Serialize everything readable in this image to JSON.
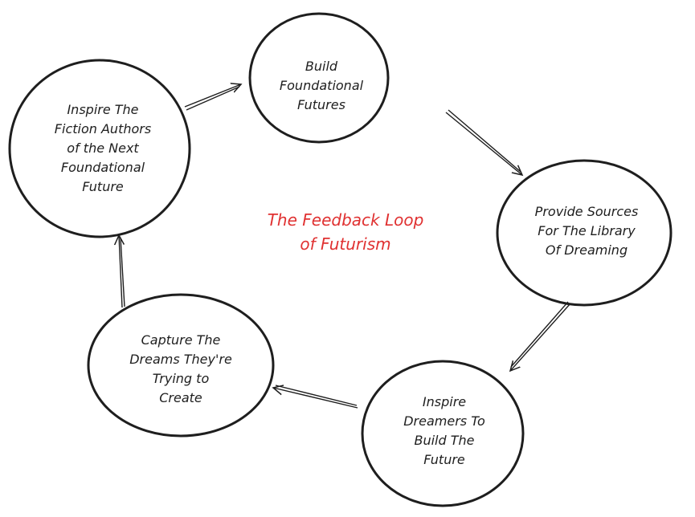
{
  "title": {
    "line1": "The Feedback Loop",
    "line2": "of Futurism",
    "color": "#e03131"
  },
  "nodes": [
    {
      "lines": [
        "Build",
        "Foundational",
        "Futures"
      ]
    },
    {
      "lines": [
        "Provide Sources",
        "For The Library",
        "Of Dreaming"
      ]
    },
    {
      "lines": [
        "Inspire",
        "Dreamers To",
        "Build The",
        "Future"
      ]
    },
    {
      "lines": [
        "Capture The",
        "Dreams They're",
        "Trying to",
        "Create"
      ]
    },
    {
      "lines": [
        "Inspire The",
        "Fiction Authors",
        "of the Next",
        "Foundational",
        "Future"
      ]
    }
  ]
}
